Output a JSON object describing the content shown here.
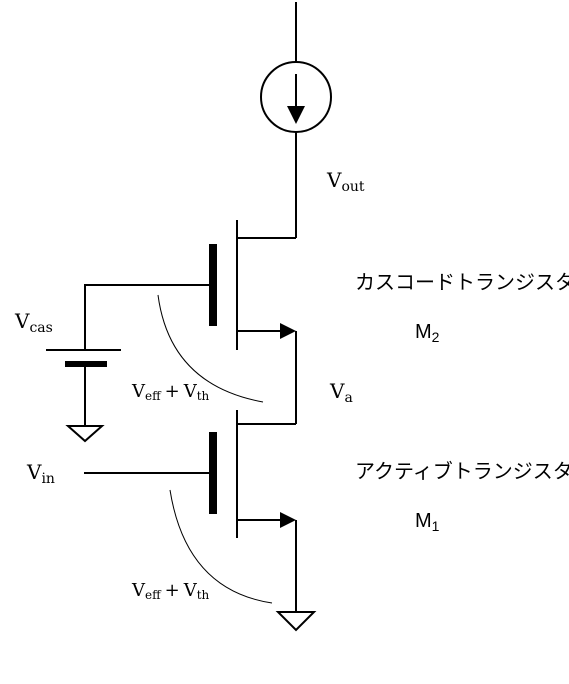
{
  "labels": {
    "vout": {
      "main": "V",
      "sub": "out"
    },
    "vcas": {
      "main": "V",
      "sub": "cas"
    },
    "va": {
      "main": "V",
      "sub": "a"
    },
    "vin": {
      "main": "V",
      "sub": "in"
    },
    "veff_upper": {
      "v1": "V",
      "s1": "eff",
      "plus": "+",
      "v2": "V",
      "s2": "th"
    },
    "veff_lower": {
      "v1": "V",
      "s1": "eff",
      "plus": "+",
      "v2": "V",
      "s2": "th"
    }
  },
  "transistors": {
    "cascode": {
      "description": "カスコードトランジスタ",
      "name": "M",
      "index": "2"
    },
    "active": {
      "description": "アクティブトランジスタ",
      "name": "M",
      "index": "1"
    }
  }
}
